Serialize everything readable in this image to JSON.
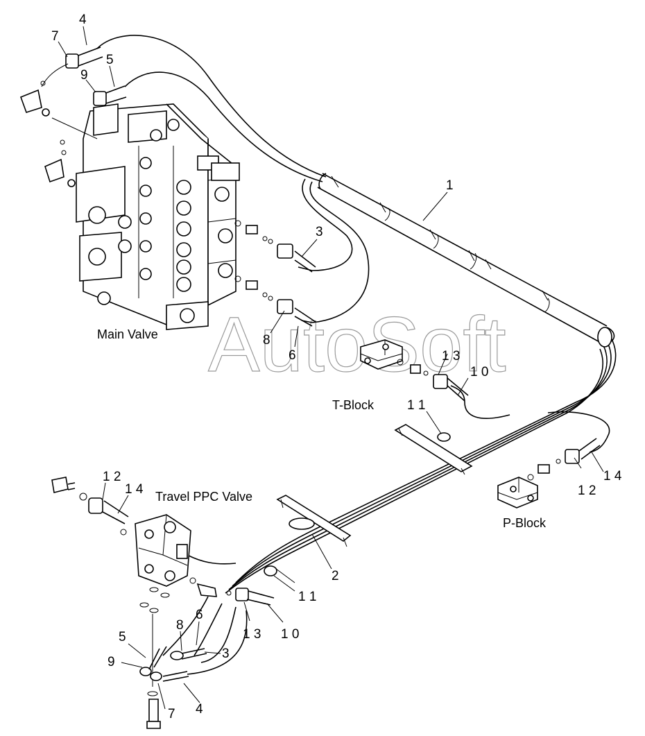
{
  "labels": {
    "main_valve": "Main Valve",
    "t_block": "T-Block",
    "p_block": "P-Block",
    "travel_ppc_valve": "Travel PPC Valve"
  },
  "watermark": "AutoSoft",
  "callouts": {
    "c1": "1",
    "c2": "2",
    "c3_top": "3",
    "c3_bottom": "3",
    "c4_top": "4",
    "c4_bottom": "4",
    "c5_top": "5",
    "c5_bottom": "5",
    "c6_top": "6",
    "c6_bottom": "6",
    "c7_top": "7",
    "c7_bottom": "7",
    "c8_top": "8",
    "c8_bottom": "8",
    "c9_top": "9",
    "c9_bottom": "9",
    "c10_tblock": "1 0",
    "c10_bottom": "1 0",
    "c11_tblock": "1 1",
    "c11_bottom": "1 1",
    "c12_pblock": "1 2",
    "c12_ppc": "1 2",
    "c13_tblock": "1 3",
    "c13_bottom": "1 3",
    "c14_pblock": "1 4",
    "c14_ppc": "1 4"
  }
}
